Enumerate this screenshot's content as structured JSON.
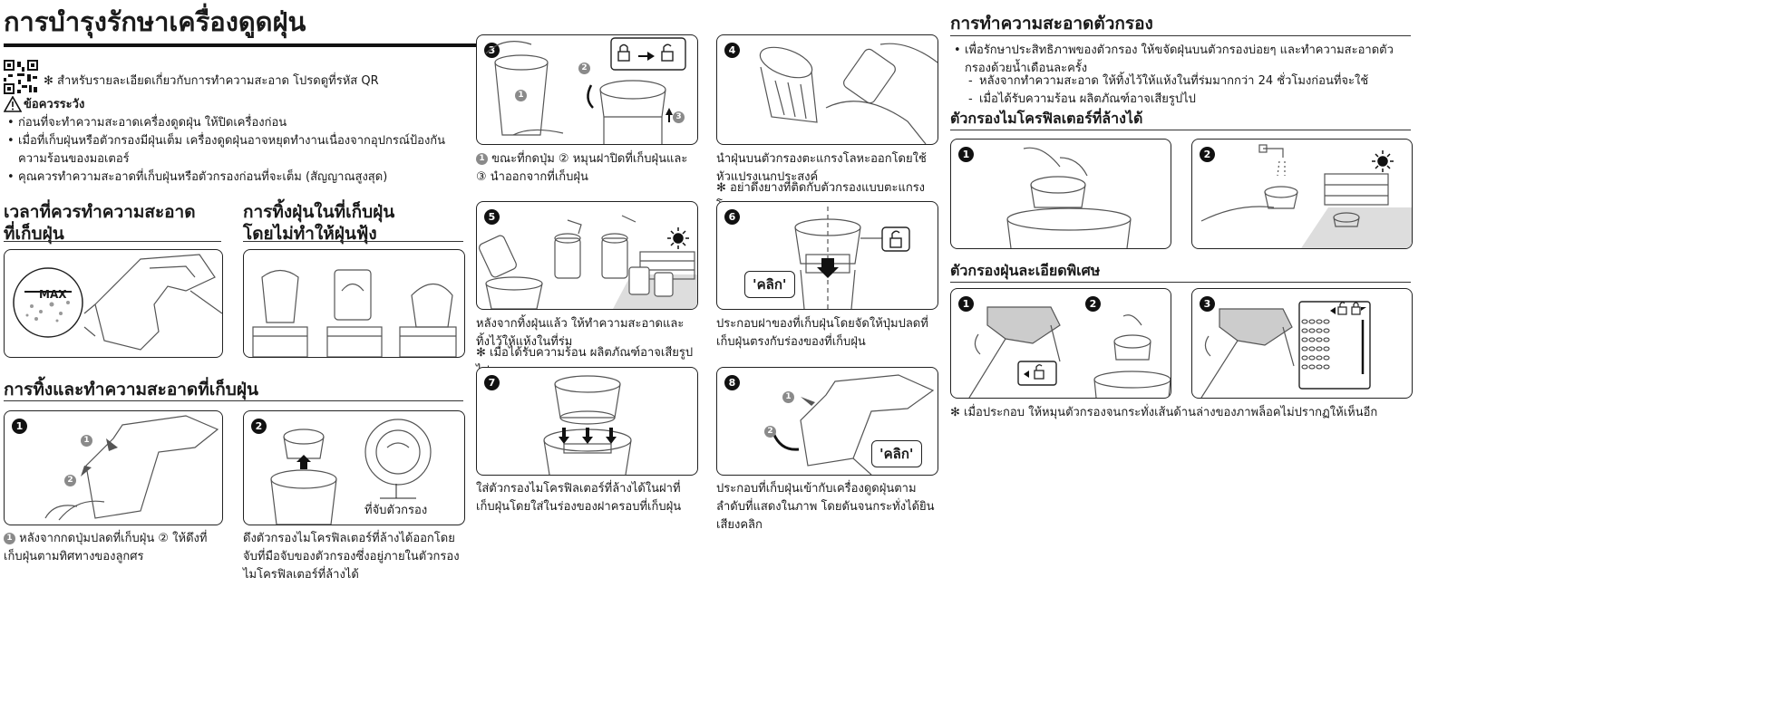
{
  "page": {
    "title": "การบำรุงรักษาเครื่องดูดฝุ่น",
    "qr_note": "✻ สำหรับรายละเอียดเกี่ยวกับการทำความสะอาด โปรดดูที่รหัส QR",
    "caution_title": "ข้อควรระวัง",
    "caution_items": [
      "ก่อนที่จะทำความสะอาดเครื่องดูดฝุ่น ให้ปิดเครื่องก่อน",
      "เมื่อที่เก็บฝุ่นหรือตัวกรองมีฝุ่นเต็ม เครื่องดูดฝุ่นอาจหยุดทำงานเนื่องจากอุปกรณ์ป้องกันความร้อนของมอเตอร์",
      "คุณควรทำความสะอาดที่เก็บฝุ่นหรือตัวกรองก่อนที่จะเต็ม (สัญญาณสูงสุด)"
    ],
    "when_clean_title_1": "เวลาที่ควรทำความสะอาด",
    "when_clean_title_2": "ที่เก็บฝุ่น",
    "max_label": "MAX",
    "dispose_title_1": "การทิ้งฝุ่นในที่เก็บฝุ่น",
    "dispose_title_2": "โดยไม่ทำให้ฝุ่นฟุ้ง",
    "empty_clean_title": "การทิ้งและทำความสะอาดที่เก็บฝุ่น",
    "step1_caption": "หลังจากกดปุ่มปลดที่เก็บฝุ่น ② ให้ดึงที่เก็บฝุ่นตามทิศทางของลูกศร",
    "step2_caption": "ดึงตัวกรองไมโครฟิลเตอร์ที่ล้างได้ออกโดยจับที่มือจับของตัวกรองซึ่งอยู่ภายในตัวกรองไมโครฟิลเตอร์ที่ล้างได้",
    "step2_label": "ที่จับตัวกรอง",
    "step3_caption": "ขณะที่กดปุ่ม ② หมุนฝาปิดที่เก็บฝุ่นและ ③ นำออกจากที่เก็บฝุ่น",
    "step4_caption": "นำฝุ่นบนตัวกรองตะแกรงโลหะออกโดยใช้หัวแปรงเนกประสงค์",
    "step4_note": "✻ อย่าดึงยางที่ติดกับตัวกรองแบบตะแกรงโลหะ",
    "step5_caption": "หลังจากทิ้งฝุ่นแล้ว ให้ทำความสะอาดและทิ้งไว้ให้แห้งในที่ร่ม",
    "step5_note": "✻ เมื่อได้รับความร้อน ผลิตภัณฑ์อาจเสียรูปไป",
    "step6_caption": "ประกอบฝาของที่เก็บฝุ่นโดยจัดให้ปุ่มปลดที่เก็บฝุ่นตรงกับร่องของที่เก็บฝุ่น",
    "step6_click": "'คลิก'",
    "step7_caption": "ใส่ตัวกรองไมโครฟิลเตอร์ที่ล้างได้ในฝาที่เก็บฝุ่นโดยใส่ในร่องของฝาครอบที่เก็บฝุ่น",
    "step8_caption": "ประกอบที่เก็บฝุ่นเข้ากับเครื่องดูดฝุ่นตามลำดับที่แสดงในภาพ โดยดันจนกระทั่งได้ยินเสียงคลิก",
    "step8_click": "'คลิก'",
    "filter_clean_title": "การทำความสะอาดตัวกรอง",
    "filter_clean_bullet": "เพื่อรักษาประสิทธิภาพของตัวกรอง ให้ขจัดฝุ่นบนตัวกรองบ่อยๆ และทำความสะอาดตัวกรองด้วยน้ำเดือนละครั้ง",
    "filter_clean_sub": [
      "หลังจากทำความสะอาด ให้ทิ้งไว้ให้แห้งในที่ร่มมากกว่า 24 ชั่วโมงก่อนที่จะใช้",
      "เมื่อได้รับความร้อน ผลิตภัณฑ์อาจเสียรูปไป"
    ],
    "micro_filter_title": "ตัวกรองไมโครฟิลเตอร์ที่ล้างได้",
    "fine_filter_title": "ตัวกรองฝุ่นละเอียดพิเศษ",
    "fine_filter_note": "✻ เมื่อประกอบ ให้หมุนตัวกรองจนกระทั่งเส้นด้านล่างของภาพล็อคไม่ปรากฏให้เห็นอีก"
  },
  "badges": {
    "one": "1",
    "two": "2",
    "three": "3",
    "four": "4",
    "five": "5",
    "six": "6",
    "seven": "7",
    "eight": "8"
  },
  "colors": {
    "ink": "#1a1a1a",
    "grey_badge": "#8a8a8a",
    "line_art": "#555555"
  }
}
